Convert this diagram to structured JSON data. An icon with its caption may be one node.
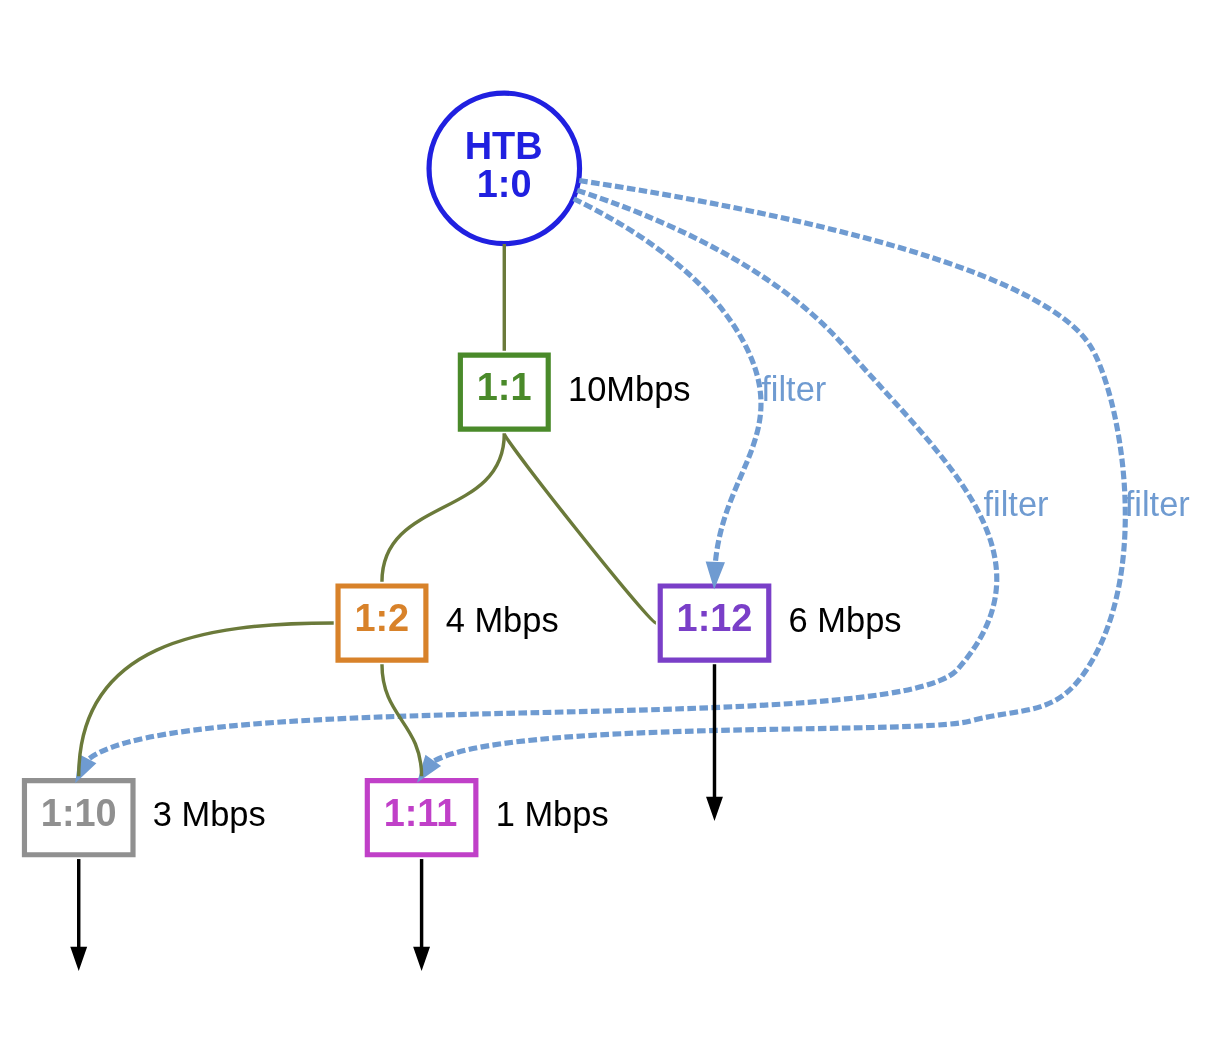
{
  "diagram": {
    "nodes": [
      {
        "text": [
          "HTB",
          "1:0"
        ]
      },
      {
        "text": [
          "1:1"
        ],
        "beside": [
          "10Mbps"
        ]
      },
      {
        "text": [
          "1:2"
        ],
        "beside": [
          "4 Mbps"
        ]
      },
      {
        "text": [
          "1:12"
        ],
        "beside": [
          "6 Mbps"
        ]
      },
      {
        "text": [
          "1:10"
        ],
        "beside": [
          "3 Mbps"
        ]
      },
      {
        "text": [
          "1:11"
        ],
        "beside": [
          "1 Mbps"
        ]
      }
    ],
    "edges": [
      {
        "from": 0,
        "to": 1,
        "arrow": "none"
      },
      {
        "from": 1,
        "to": 2,
        "arrow": "none"
      },
      {
        "from": 1,
        "to": 3,
        "arrow": "none"
      },
      {
        "from": 2,
        "to": 4,
        "arrow": "none"
      },
      {
        "from": 2,
        "to": 5,
        "arrow": "none"
      },
      {
        "from": 0,
        "to": 4,
        "arrow": "to",
        "label": "filter",
        "style": "dashed",
        "color": "#6f9bd1"
      },
      {
        "from": 0,
        "to": 5,
        "arrow": "to",
        "label": "filter",
        "style": "dashed",
        "color": "#6f9bd1"
      },
      {
        "from": 0,
        "to": 3,
        "arrow": "to",
        "label": "filter",
        "style": "dashed",
        "color": "#6f9bd1"
      },
      {
        "from": 4,
        "to": null,
        "arrow": "to",
        "color": "#000000"
      },
      {
        "from": 5,
        "to": null,
        "arrow": "to",
        "color": "#000000"
      },
      {
        "from": 3,
        "to": null,
        "arrow": "to",
        "color": "#000000"
      }
    ]
  }
}
